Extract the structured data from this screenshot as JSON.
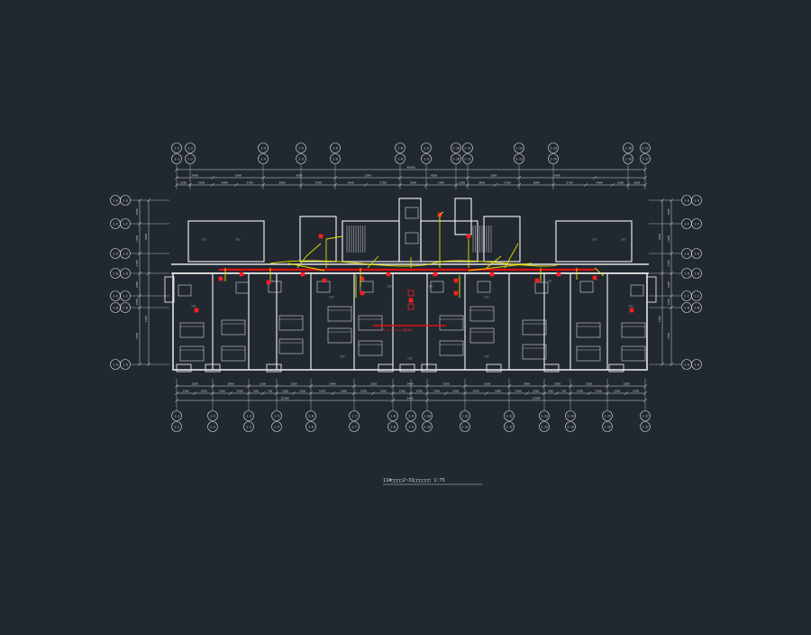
{
  "drawing": {
    "title": "11#□□□□2~31□□□□□□ 1:75",
    "colors": {
      "background": "#212830",
      "linework": "#d8d8d8",
      "walls": "#e6e6e6",
      "pipe_main": "#e01010",
      "pipe_branch": "#e8e000",
      "fixture": "#ff2020"
    },
    "top_axis_labels": [
      "1-1",
      "1-2",
      "1-4",
      "1-5",
      "1-6",
      "1-8",
      "1-9",
      "1-10",
      "1-11",
      "1-13",
      "1-14",
      "1-16",
      "1-17"
    ],
    "bottom_axis_labels": [
      "1-1",
      "1-2",
      "1-3",
      "1-5",
      "1-6",
      "1-7",
      "1-8",
      "1-9",
      "1-10",
      "1-11",
      "1-12",
      "1-13",
      "1-14",
      "1-15",
      "1-17"
    ],
    "left_axis_labels": [
      "1-G",
      "1-F",
      "1-E",
      "1-D",
      "1-C",
      "1-B",
      "1-A"
    ],
    "right_axis_labels": [
      "1-G",
      "1-F",
      "1-E",
      "1-D",
      "1-C",
      "1-B",
      "1-A"
    ],
    "overall_dimension": "45600",
    "top_dims": [
      "2400",
      "3300",
      "4200",
      "3300",
      "4200",
      "3300",
      "2400"
    ],
    "bottom_dims": [
      "1500",
      "3000",
      "2100",
      "3300",
      "2400",
      "2100",
      "2400",
      "3300",
      "2100",
      "3000",
      "1500"
    ],
    "left_dims": [
      "1500",
      "1200",
      "2700",
      "1800",
      "1500",
      "2700"
    ],
    "right_dims": [
      "1500",
      "1200",
      "2700",
      "1800",
      "1500",
      "2700"
    ],
    "pipe_label": "JL-1 □□□□□□ DN100"
  }
}
